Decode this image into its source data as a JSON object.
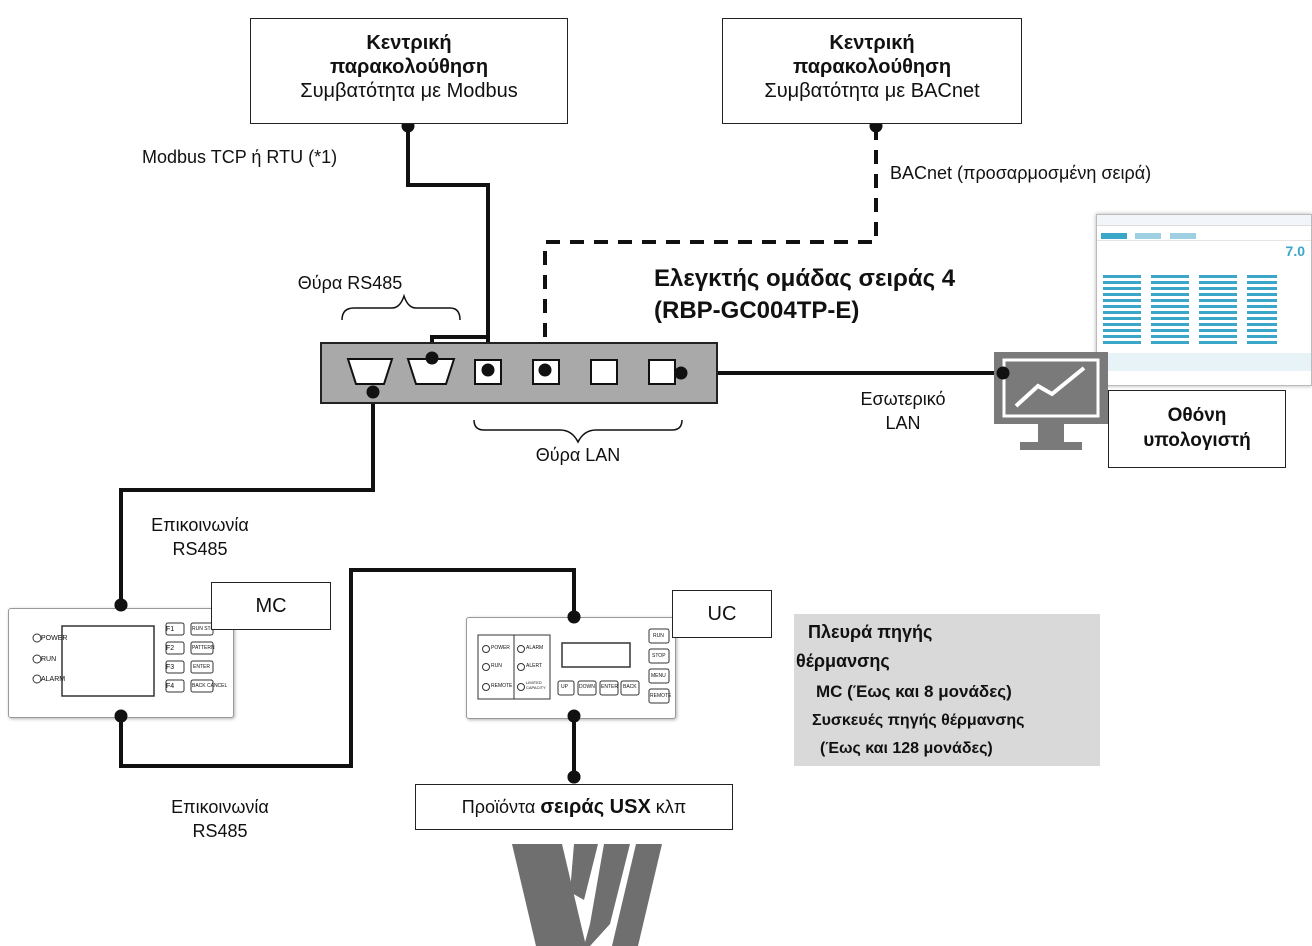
{
  "monitor_modbus": {
    "title_line1": "Κεντρική",
    "title_line2": "παρακολούθηση",
    "subtitle": "Συμβατότητα με Modbus"
  },
  "monitor_bacnet": {
    "title_line1": "Κεντρική",
    "title_line2": "παρακολούθηση",
    "subtitle": "Συμβατότητα με BACnet"
  },
  "labels": {
    "modbus_link": "Modbus TCP ή RTU (*1)",
    "bacnet_link": "BACnet (προσαρμοσμένη σειρά)",
    "rs485_port": "Θύρα RS485",
    "lan_port": "Θύρα LAN",
    "internal_lan_line1": "Εσωτερικό",
    "internal_lan_line2": "LAN",
    "rs485_comm_upper_line1": "Επικοινωνία",
    "rs485_comm_upper_line2": "RS485",
    "rs485_comm_lower_line1": "Επικοινωνία",
    "rs485_comm_lower_line2": "RS485"
  },
  "controller": {
    "title_line1": "Ελεγκτής ομάδας σειράς 4",
    "title_line2": "(RBP-GC004TP-E)"
  },
  "pc_display": {
    "label_line1": "Οθόνη",
    "label_line2": "υπολογιστή",
    "screen_value": "7.0"
  },
  "mc": {
    "tag": "MC",
    "leds": [
      "POWER",
      "RUN",
      "ALARM"
    ],
    "fkeys": [
      "F1",
      "F2",
      "F3",
      "F4"
    ],
    "right_keys": [
      "RUN STOP",
      "PATTERN",
      "ENTER",
      "BACK CANCEL"
    ]
  },
  "uc": {
    "tag": "UC",
    "leds_left": [
      "POWER",
      "RUN",
      "REMOTE"
    ],
    "leds_right": [
      "ALARM",
      "ALERT",
      "LIMITED CAPACITY"
    ],
    "bottom_keys": [
      "UP",
      "DOWN",
      "ENTER",
      "BACK"
    ],
    "side_keys": [
      "RUN",
      "STOP",
      "MENU",
      "REMOTE"
    ]
  },
  "products": {
    "prefix": "Προϊόντα ",
    "bold": "σειράς USX",
    "suffix": " κλπ"
  },
  "heat_source_note": {
    "line1": "Πλευρά πηγής",
    "line2": "θέρμανσης",
    "line3": "MC (Έως και 8 μονάδες)",
    "line4": "Συσκευές πηγής θέρμανσης",
    "line5": "(Έως και 128 μονάδες)"
  },
  "colors": {
    "controller_fill": "#a9a9a9",
    "note_fill": "#d9d9d9",
    "logo_fill": "#6f6f6f",
    "chart_accent": "#3aa6c8"
  }
}
